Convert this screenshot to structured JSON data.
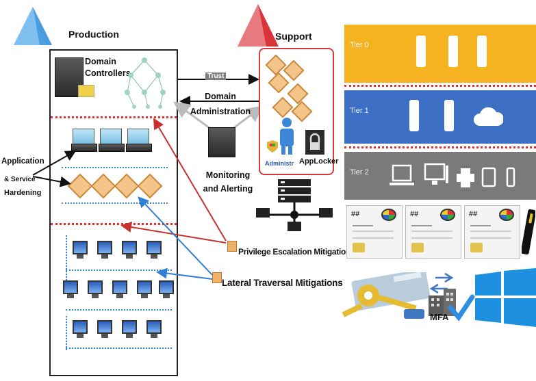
{
  "labels": {
    "production": "Production",
    "support": "Support",
    "domain_controllers": "Domain Controllers",
    "trust": "Trust",
    "domain_administration": "Domain Administration",
    "monitoring_alerting": "Monitoring and Alerting",
    "app_service_hardening_1": "Application",
    "app_service_hardening_2": "& Service",
    "app_service_hardening_3": "Hardening",
    "administrator": "Administr",
    "applocker": "AppLocker",
    "privilege_escalation": "Privilege Escalation Mitigations",
    "lateral_traversal": "Lateral Traversal Mitigations",
    "mfa": "MFA"
  },
  "tiers": [
    {
      "label": "Tier 0",
      "color": "#f5b321"
    },
    {
      "label": "Tier 1",
      "color": "#3d6fc4"
    },
    {
      "label": "Tier 2",
      "color": "#7a7a7a"
    }
  ],
  "cards": [
    {
      "hash": "##"
    },
    {
      "hash": "##"
    },
    {
      "hash": "##"
    }
  ],
  "colors": {
    "red_arrow": "#c93030",
    "blue_arrow": "#2f7fd6",
    "production_triangle": "#4a9de0",
    "support_triangle": "#d9343a",
    "windows_blue": "#1e90e0"
  },
  "icons": [
    "server-icon",
    "cloud-icon",
    "laptop-icon",
    "desktop-icon",
    "printer-icon",
    "tablet-icon",
    "phone-icon",
    "usb-key-icon",
    "key-icon",
    "building-icon",
    "checkmark-icon",
    "windows-logo-icon",
    "network-icon",
    "user-icon",
    "lock-icon",
    "shield-icon"
  ]
}
